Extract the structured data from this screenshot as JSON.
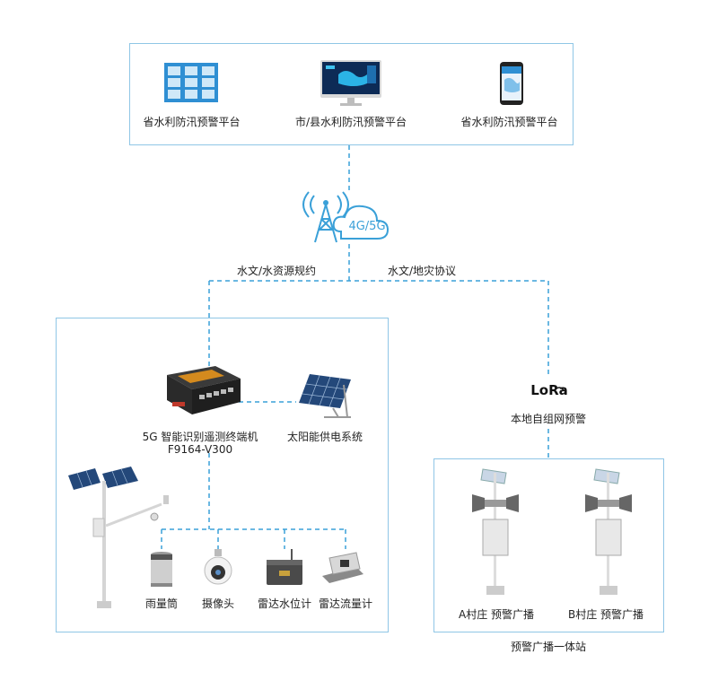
{
  "platforms": [
    {
      "label": "省水利防汛预警平台",
      "icon": "video-wall-icon"
    },
    {
      "label": "市/县水利防汛预警平台",
      "icon": "monitor-icon"
    },
    {
      "label": "省水利防汛预警平台",
      "icon": "smartphone-icon"
    }
  ],
  "network": {
    "label": "4G/5G",
    "icon": "cell-tower-cloud-icon"
  },
  "protocols": {
    "left": "水文/水资源规约",
    "right": "水文/地灾协议"
  },
  "terminal": {
    "line1": "5G 智能识别遥测终端机",
    "line2": "F9164-V300",
    "icon": "telemetry-terminal-icon"
  },
  "solar": {
    "label": "太阳能供电系统",
    "icon": "solar-panel-icon"
  },
  "sensors": [
    {
      "label": "雨量筒",
      "icon": "rain-gauge-icon"
    },
    {
      "label": "摄像头",
      "icon": "camera-icon"
    },
    {
      "label": "雷达水位计",
      "icon": "radar-level-icon"
    },
    {
      "label": "雷达流量计",
      "icon": "radar-flow-icon"
    }
  ],
  "lora": {
    "logo": "LoRa",
    "label": "本地自组网预警"
  },
  "stations": [
    {
      "label": "A村庄 预警广播"
    },
    {
      "label": "B村庄 预警广播"
    }
  ],
  "stations_caption": "预警广播一体站",
  "colors": {
    "accent": "#3aa0d8",
    "border": "#8fc6e6",
    "device": "#2a2a2a"
  }
}
